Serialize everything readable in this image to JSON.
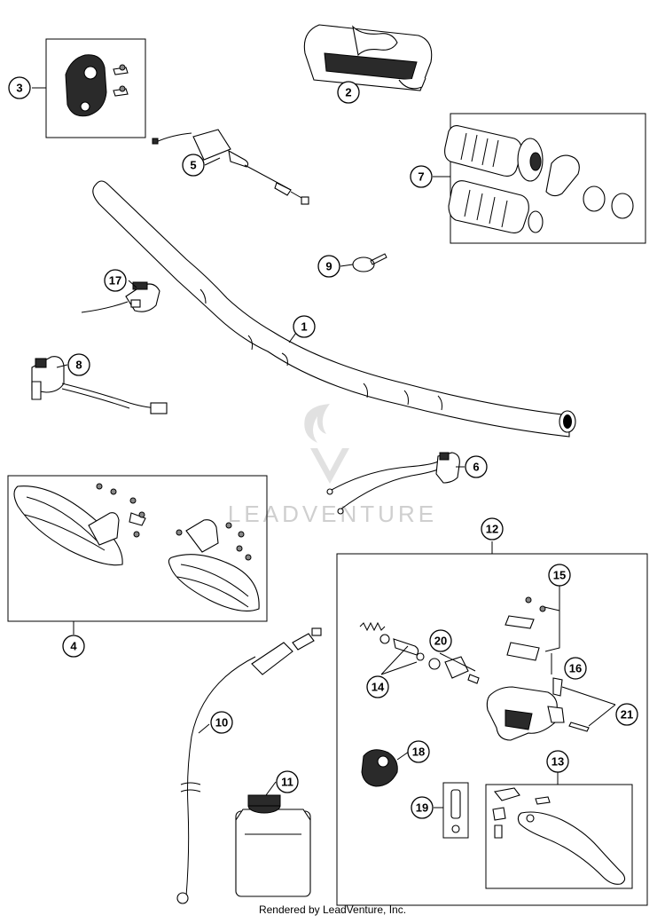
{
  "callouts": [
    "1",
    "2",
    "3",
    "4",
    "5",
    "6",
    "7",
    "8",
    "9",
    "10",
    "11",
    "12",
    "13",
    "14",
    "15",
    "16",
    "17",
    "18",
    "19",
    "20",
    "21"
  ],
  "watermark": "LEADVENTURE",
  "footer": "Rendered by LeadVenture, Inc."
}
